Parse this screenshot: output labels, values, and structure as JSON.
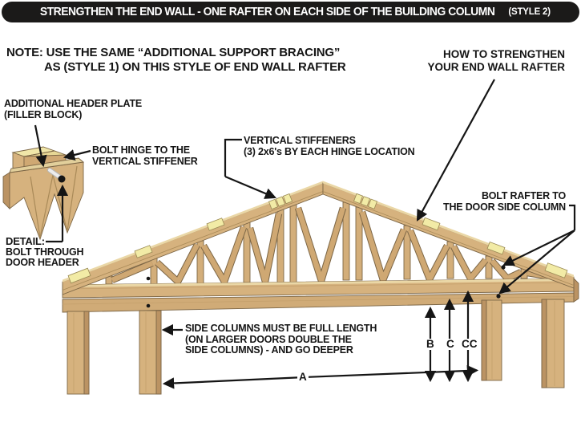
{
  "title": {
    "text": "STRENGTHEN THE END WALL - ONE RAFTER ON EACH SIDE OF THE BUILDING COLUMN",
    "style_tag": "(STYLE 2)"
  },
  "note": {
    "label": "NOTE:",
    "line1": "USE THE SAME “ADDITIONAL SUPPORT BRACING”",
    "line2": "AS (STYLE 1) ON THIS STYLE OF END WALL RAFTER"
  },
  "heading": {
    "line1": "HOW TO STRENGTHEN",
    "line2": "YOUR END WALL RAFTER"
  },
  "callouts": {
    "header_plate": {
      "line1": "ADDITIONAL HEADER PLATE",
      "line2": "(FILLER BLOCK)"
    },
    "bolt_hinge": {
      "line1": "BOLT HINGE TO THE",
      "line2": "VERTICAL STIFFENER"
    },
    "stiffeners": {
      "line1": "VERTICAL STIFFENERS",
      "line2": "(3) 2x6's BY EACH HINGE LOCATION"
    },
    "bolt_rafter": {
      "line1": "BOLT RAFTER TO",
      "line2": "THE DOOR SIDE COLUMN"
    },
    "detail": {
      "title": "DETAIL:",
      "line1": "BOLT THROUGH",
      "line2": "DOOR HEADER"
    },
    "side_columns": {
      "line1": "SIDE COLUMNS MUST BE FULL LENGTH",
      "line2": "(ON LARGER DOORS DOUBLE THE",
      "line3": "SIDE COLUMNS) - AND GO DEEPER"
    }
  },
  "dimensions": {
    "a": "A",
    "b": "B",
    "c": "C",
    "cc": "CC"
  },
  "colors": {
    "title_bar": "#1b1a19",
    "text": "#151515",
    "wood_front": "#d6b27e",
    "wood_highlight": "#ead7a6",
    "wood_side": "#bb9363",
    "hinge_plate": "#f2eba6",
    "wood_outline": "#7c6646"
  }
}
